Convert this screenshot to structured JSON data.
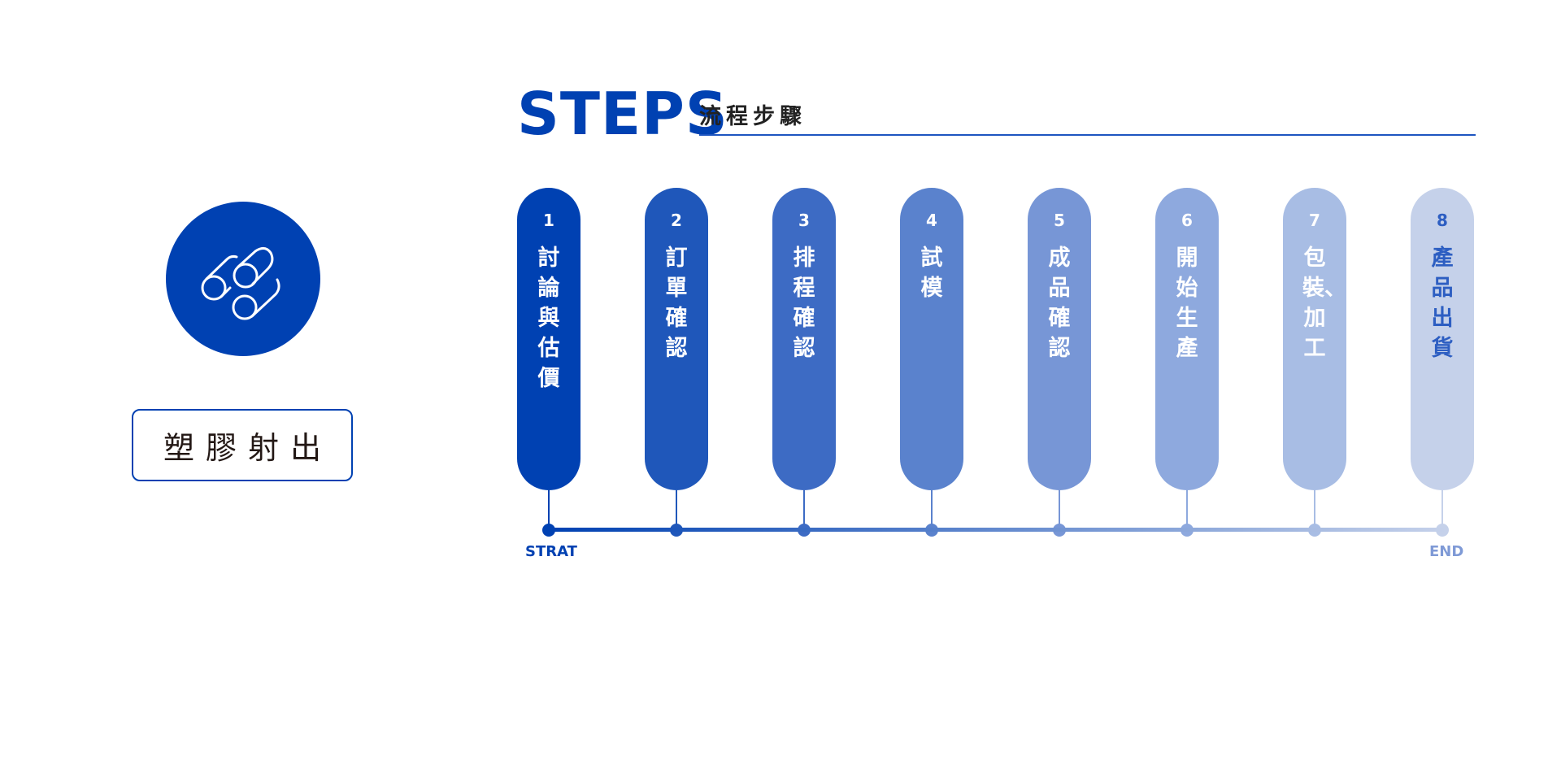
{
  "category": {
    "icon": "pipes-icon",
    "label": "塑膠射出"
  },
  "header": {
    "title": "STEPS",
    "subtitle": "流程步驟"
  },
  "colors": {
    "accent": "#0041b2",
    "steps": [
      "#0041b2",
      "#1f57ba",
      "#3d6bc4",
      "#5a82cd",
      "#7796d6",
      "#8ea9de",
      "#a8bde4",
      "#c5d1ea"
    ],
    "last_text": "#2d5ec2"
  },
  "steps": [
    {
      "number": "1",
      "label": "討論與估價"
    },
    {
      "number": "2",
      "label": "訂單確認"
    },
    {
      "number": "3",
      "label": "排程確認"
    },
    {
      "number": "4",
      "label": "試模"
    },
    {
      "number": "5",
      "label": "成品確認"
    },
    {
      "number": "6",
      "label": "開始生產"
    },
    {
      "number": "7",
      "label": "包裝、加工"
    },
    {
      "number": "8",
      "label": "產品出貨"
    }
  ],
  "timeline": {
    "start_label": "STRAT",
    "end_label": "END"
  }
}
